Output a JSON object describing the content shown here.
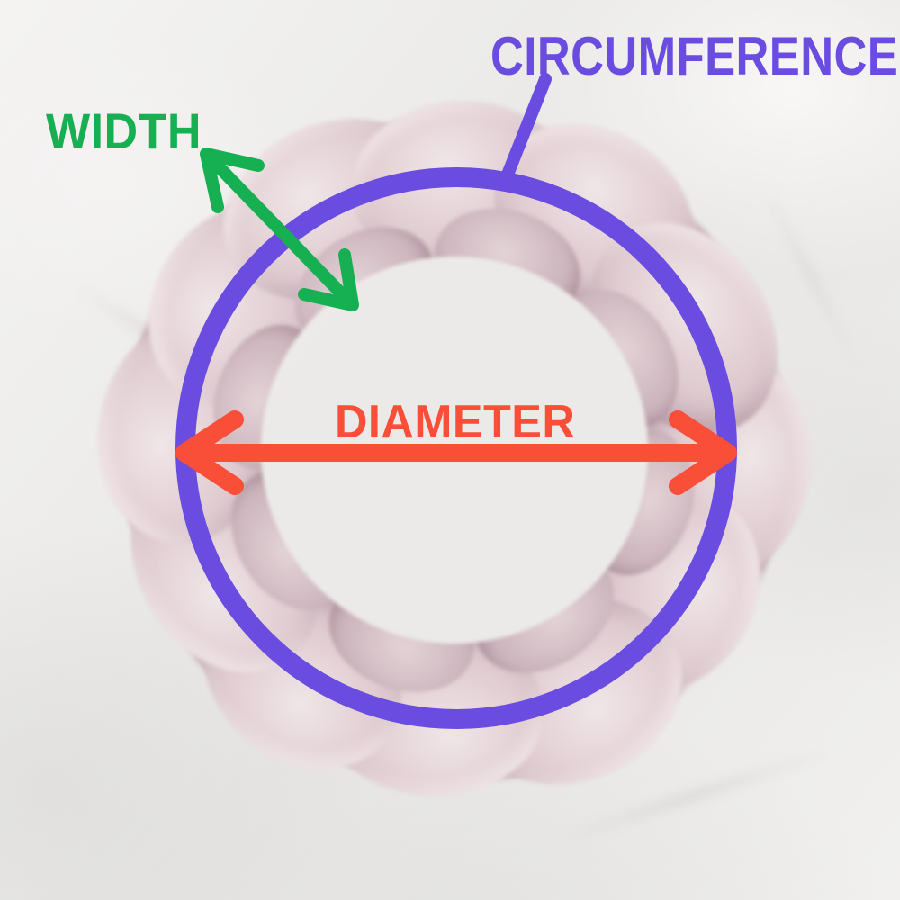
{
  "diagram": {
    "subject": "scrunchie measurement diagram",
    "annotations": {
      "circumference": {
        "label": "CIRCUMFERENCE",
        "color": "#6A4CE0",
        "shape": "circle-outline"
      },
      "width": {
        "label": "WIDTH",
        "color": "#16AF52",
        "shape": "diagonal-double-arrow"
      },
      "diameter": {
        "label": "DIAMETER",
        "color": "#F94E38",
        "shape": "horizontal-double-arrow"
      }
    },
    "photo_colors": {
      "fabric_highlight": "#F0E5E6",
      "fabric_mid": "#D8C1C8",
      "fabric_shadow": "#B497A3",
      "background": "#EBEAE8"
    }
  }
}
